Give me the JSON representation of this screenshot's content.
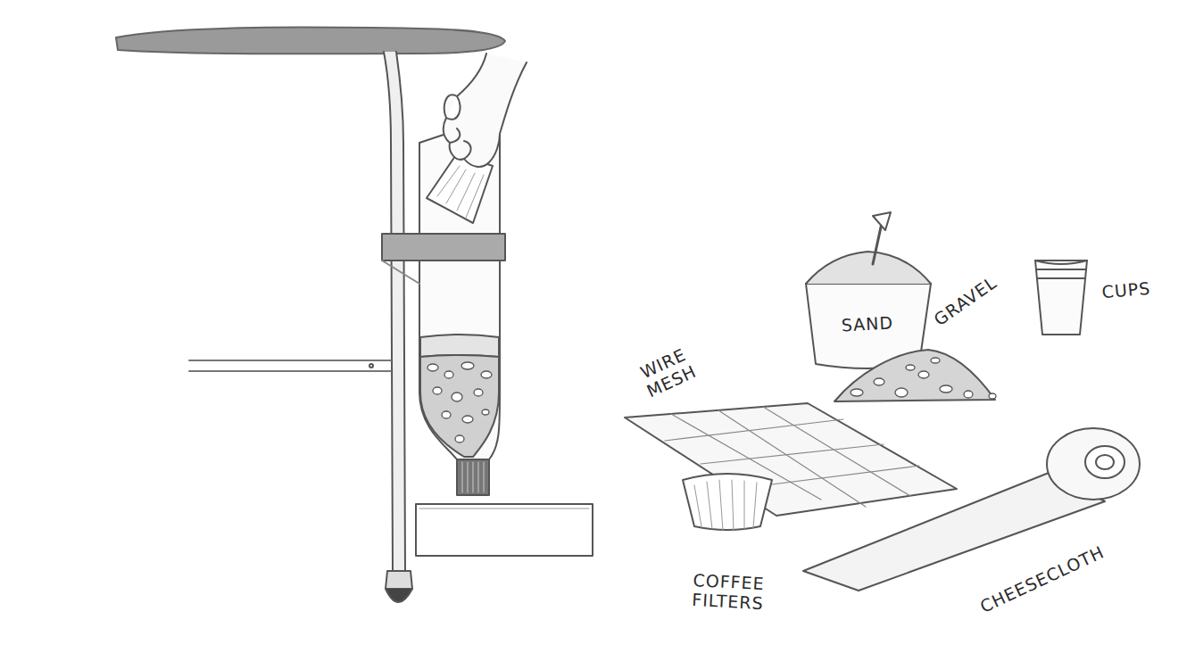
{
  "diagram": {
    "labels": [
      "SAND",
      "GRAVEL",
      "CUPS",
      "WIRE MESH",
      "COFFEE FILTERS",
      "CHEESECLOTH"
    ]
  }
}
